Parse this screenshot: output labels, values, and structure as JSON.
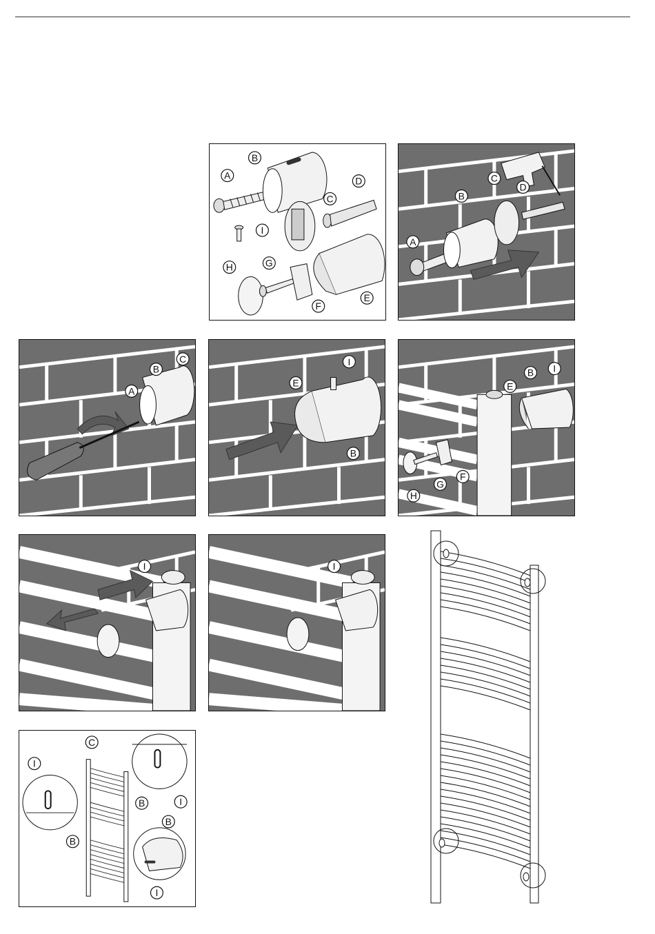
{
  "parts": {
    "A": "A",
    "B": "B",
    "C": "C",
    "D": "D",
    "E": "E",
    "F": "F",
    "G": "G",
    "H": "H",
    "I": "I"
  },
  "colors": {
    "wall": "#6e6e6e",
    "mortar": "#ffffff",
    "arrow": "#5a5a5a",
    "outline": "#111111",
    "part_fill": "#f2f2f2"
  },
  "steps": [
    {
      "id": "parts-overview",
      "labels": [
        "B",
        "A",
        "D",
        "C",
        "I",
        "G",
        "H",
        "F",
        "E"
      ]
    },
    {
      "id": "drill-and-plug",
      "labels": [
        "C",
        "D",
        "B",
        "A"
      ]
    },
    {
      "id": "screw-bracket",
      "labels": [
        "C",
        "B",
        "A"
      ]
    },
    {
      "id": "push-sleeve",
      "labels": [
        "I",
        "E",
        "B"
      ]
    },
    {
      "id": "attach-radiator",
      "labels": [
        "E",
        "B",
        "I",
        "F",
        "G",
        "H"
      ]
    },
    {
      "id": "adjust-position",
      "labels": [
        "I"
      ]
    },
    {
      "id": "secure-screw",
      "labels": [
        "I"
      ]
    },
    {
      "id": "radiator-overview",
      "labels": [
        "C",
        "I",
        "B",
        "B",
        "I",
        "B",
        "I"
      ]
    }
  ]
}
